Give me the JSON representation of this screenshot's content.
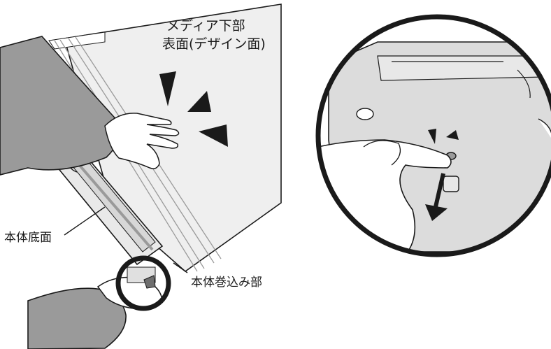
{
  "labels": {
    "media_lower_line1": "メディア下部",
    "media_lower_line2": "表面(デザイン面)",
    "body_bottom": "本体底面",
    "body_roll_part": "本体巻込み部"
  },
  "colors": {
    "line": "#1a1a1a",
    "skin": "#ffffff",
    "sleeve": "#9a9a9a",
    "sleeve_dark": "#6e6e6e",
    "media": "#efefef",
    "device_body": "#dcdcdc",
    "device_light": "#e8e8e8",
    "background": "#ffffff"
  },
  "icons": {
    "attention_marks": "triangle-attention-icon",
    "pull_direction": "down-arrow-icon",
    "zoom_circle": "magnify-circle-icon"
  }
}
